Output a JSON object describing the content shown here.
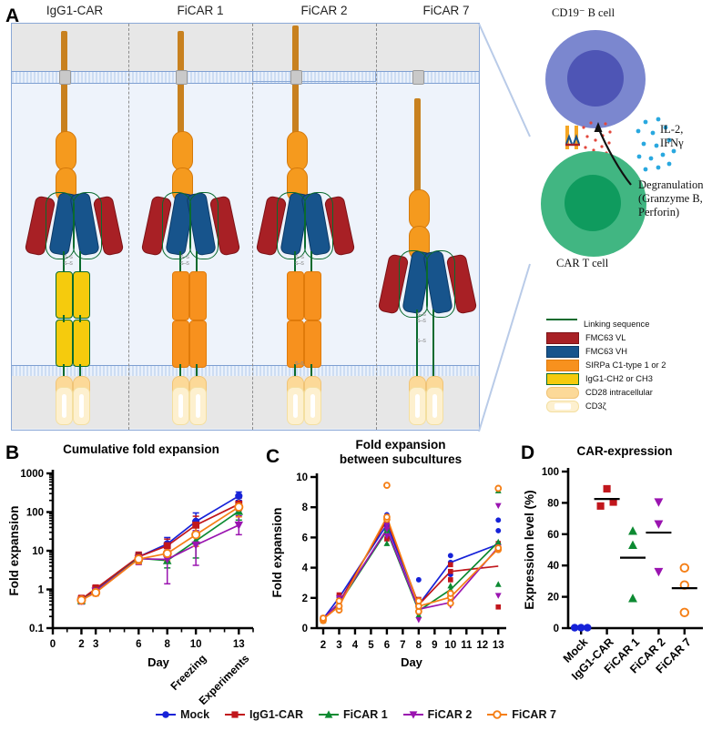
{
  "panels": {
    "A": {
      "letter": "A"
    },
    "B": {
      "letter": "B",
      "title": "Cumulative fold expansion"
    },
    "C": {
      "letter": "C",
      "title_line1": "Fold expansion",
      "title_line2": "between subcultures"
    },
    "D": {
      "letter": "D",
      "title": "CAR-expression"
    }
  },
  "construct_columns": [
    {
      "name": "IgG1-CAR"
    },
    {
      "name": "FiCAR 1"
    },
    {
      "name": "FiCAR 2"
    },
    {
      "name": "FiCAR 7"
    }
  ],
  "construct_legend": [
    {
      "label": "Linking sequence",
      "color": "#0a6b2e",
      "shape": "line"
    },
    {
      "label": "FMC63 VL",
      "color": "#a82025",
      "shape": "block"
    },
    {
      "label": "FMC63 VH",
      "color": "#17548c",
      "shape": "block"
    },
    {
      "label": "SIRPa C1-type 1 or 2",
      "color": "#f7911e",
      "shape": "block"
    },
    {
      "label": "IgG1-CH2 or CH3",
      "color": "#f5cb0d",
      "shape": "block-outline"
    },
    {
      "label": "CD28 intracellular",
      "color": "#fcd998",
      "shape": "rounded"
    },
    {
      "label": "CD3ζ",
      "color": "#fdf0cf",
      "shape": "rounded-open"
    }
  ],
  "cell_diagram": {
    "b_cell_label": "CD19⁻ B cell",
    "t_cell_label": "CAR T cell",
    "cytokine_label_line1": "IL-2,",
    "cytokine_label_line2": "IFNγ",
    "degranulation_line1": "Degranulation",
    "degranulation_line2": "(Granzyme B,",
    "degranulation_line3": "Perforin)",
    "b_cell_color": "#7b87cf",
    "b_nucleus_color": "#4e55b5",
    "t_cell_color": "#41b682",
    "t_nucleus_color": "#0f9b5e",
    "cytokine_color": "#29a8df",
    "granule_color": "#e2473c"
  },
  "series_legend": [
    {
      "name": "Mock",
      "color": "#1622d8",
      "marker": "circle"
    },
    {
      "name": "IgG1-CAR",
      "color": "#c1161c",
      "marker": "square"
    },
    {
      "name": "FiCAR 1",
      "color": "#0d8a32",
      "marker": "triangle-up"
    },
    {
      "name": "FiCAR 2",
      "color": "#9a14b0",
      "marker": "triangle-down"
    },
    {
      "name": "FiCAR 7",
      "color": "#f57f16",
      "marker": "open-circle"
    }
  ],
  "chart_data": [
    {
      "panel": "B",
      "type": "line",
      "title": "Cumulative fold expansion",
      "xlabel": "Day",
      "ylabel": "Fold expansion",
      "x_tick_labels": [
        "0",
        "2",
        "3",
        "6",
        "8",
        "10",
        "13"
      ],
      "x_tick_values": [
        0,
        2,
        3,
        6,
        8,
        10,
        13
      ],
      "xlim": [
        0,
        14
      ],
      "ylim": [
        0.1,
        1000
      ],
      "yscale": "log",
      "y_tick_labels": [
        "0.1",
        "1",
        "10",
        "100",
        "1000"
      ],
      "y_tick_values": [
        0.1,
        1,
        10,
        100,
        1000
      ],
      "extra_x_annotations": [
        {
          "label": "Freezing",
          "at_day": 10
        },
        {
          "label": "Experiments",
          "at_day": 13
        }
      ],
      "error_bars": true,
      "x": [
        2,
        3,
        6,
        8,
        10,
        13
      ],
      "series": [
        {
          "name": "Mock",
          "color": "#1622d8",
          "marker": "circle",
          "values": [
            0.55,
            1.0,
            7.0,
            15.0,
            57.0,
            260.0
          ],
          "err_low": [
            0.45,
            0.8,
            5.2,
            10.0,
            33.0,
            200.0
          ],
          "err_high": [
            0.68,
            1.25,
            9.0,
            22.0,
            95.0,
            330.0
          ]
        },
        {
          "name": "IgG1-CAR",
          "color": "#c1161c",
          "marker": "square",
          "values": [
            0.56,
            1.05,
            7.0,
            13.5,
            46.0,
            160.0
          ],
          "err_low": [
            0.45,
            0.85,
            5.0,
            9.0,
            27.0,
            110.0
          ],
          "err_high": [
            0.7,
            1.3,
            9.2,
            20.0,
            78.0,
            230.0
          ]
        },
        {
          "name": "FiCAR 1",
          "color": "#0d8a32",
          "marker": "triangle-up",
          "values": [
            0.52,
            0.92,
            6.4,
            5.6,
            18.0,
            105.0
          ],
          "err_low": [
            0.43,
            0.74,
            4.6,
            3.6,
            6.5,
            62.0
          ],
          "err_high": [
            0.63,
            1.12,
            8.4,
            8.5,
            41.0,
            175.0
          ]
        },
        {
          "name": "FiCAR 2",
          "color": "#9a14b0",
          "marker": "triangle-down",
          "values": [
            0.51,
            0.9,
            6.2,
            6.0,
            14.0,
            46.0
          ],
          "err_low": [
            0.42,
            0.72,
            4.4,
            1.4,
            4.2,
            26.0
          ],
          "err_high": [
            0.62,
            1.1,
            8.2,
            12.5,
            33.0,
            80.0
          ]
        },
        {
          "name": "FiCAR 7",
          "color": "#f57f16",
          "marker": "open-circle",
          "values": [
            0.53,
            0.83,
            6.1,
            8.5,
            26.0,
            135.0
          ],
          "err_low": [
            0.44,
            0.68,
            4.6,
            5.5,
            13.0,
            75.0
          ],
          "err_high": [
            0.64,
            1.02,
            8.0,
            13.5,
            46.0,
            240.0
          ]
        }
      ]
    },
    {
      "panel": "C",
      "type": "line",
      "title": "Fold expansion between subcultures",
      "xlabel": "Day",
      "ylabel": "Fold expansion",
      "x_tick_labels": [
        "2",
        "3",
        "4",
        "5",
        "6",
        "7",
        "8",
        "9",
        "10",
        "11",
        "12",
        "13"
      ],
      "x_tick_values": [
        2,
        3,
        4,
        5,
        6,
        7,
        8,
        9,
        10,
        11,
        12,
        13
      ],
      "xlim": [
        1.6,
        13.5
      ],
      "ylim": [
        0,
        10
      ],
      "yscale": "linear",
      "y_tick_labels": [
        "0",
        "2",
        "4",
        "6",
        "8",
        "10"
      ],
      "y_tick_values": [
        0,
        2,
        4,
        6,
        8,
        10
      ],
      "x": [
        2,
        3,
        6,
        8,
        10,
        13
      ],
      "series": [
        {
          "name": "Mock",
          "color": "#1622d8",
          "marker": "circle",
          "values": [
            0.62,
            2.02,
            6.85,
            1.55,
            4.35,
            5.55
          ],
          "replicates": [
            [
              0.5,
              0.62,
              0.68
            ],
            [
              1.85,
              2.02,
              2.15
            ],
            [
              6.7,
              6.85,
              7.5
            ],
            [
              1.0,
              1.45,
              3.2
            ],
            [
              3.55,
              4.35,
              4.8
            ],
            [
              5.5,
              6.45,
              7.15
            ]
          ]
        },
        {
          "name": "IgG1-CAR",
          "color": "#c1161c",
          "marker": "square",
          "values": [
            0.6,
            1.7,
            7.15,
            1.55,
            3.75,
            4.1
          ],
          "replicates": [
            [
              0.5,
              0.6,
              0.66
            ],
            [
              1.35,
              1.7,
              2.2
            ],
            [
              5.9,
              7.15,
              7.3
            ],
            [
              1.2,
              1.55,
              1.9
            ],
            [
              3.2,
              3.75,
              4.2
            ],
            [
              1.4,
              5.3,
              5.6
            ]
          ]
        },
        {
          "name": "FiCAR 1",
          "color": "#0d8a32",
          "marker": "triangle-up",
          "values": [
            0.6,
            1.62,
            6.45,
            1.15,
            2.55,
            5.7
          ],
          "replicates": [
            [
              0.5,
              0.6,
              0.65
            ],
            [
              1.3,
              1.62,
              1.9
            ],
            [
              5.6,
              6.45,
              6.6
            ],
            [
              0.85,
              1.15,
              1.45
            ],
            [
              2.3,
              2.55,
              2.8
            ],
            [
              2.9,
              5.7,
              9.1
            ]
          ]
        },
        {
          "name": "FiCAR 2",
          "color": "#9a14b0",
          "marker": "triangle-down",
          "values": [
            0.6,
            1.68,
            6.55,
            1.25,
            1.7,
            5.35
          ],
          "replicates": [
            [
              0.5,
              0.6,
              0.66
            ],
            [
              1.4,
              1.68,
              2.0
            ],
            [
              6.1,
              6.55,
              6.8
            ],
            [
              0.55,
              1.25,
              1.6
            ],
            [
              1.5,
              1.7,
              1.9
            ],
            [
              2.15,
              5.35,
              8.1
            ]
          ]
        },
        {
          "name": "FiCAR 7",
          "color": "#f57f16",
          "marker": "open-circle",
          "values": [
            0.6,
            1.45,
            7.35,
            1.45,
            2.05,
            5.25
          ],
          "replicates": [
            [
              0.5,
              0.6,
              0.66
            ],
            [
              1.2,
              1.45,
              1.8
            ],
            [
              7.2,
              7.35,
              9.45
            ],
            [
              1.1,
              1.45,
              1.8
            ],
            [
              1.65,
              2.05,
              2.3
            ],
            [
              5.2,
              5.3,
              9.25
            ]
          ]
        }
      ]
    },
    {
      "panel": "D",
      "type": "scatter",
      "title": "CAR-expression",
      "xlabel": "",
      "ylabel": "Expression level (%)",
      "categories": [
        "Mock",
        "IgG1-CAR",
        "FiCAR 1",
        "FiCAR 2",
        "FiCAR 7"
      ],
      "ylim": [
        0,
        100
      ],
      "y_tick_labels": [
        "0",
        "20",
        "40",
        "60",
        "80",
        "100"
      ],
      "y_tick_values": [
        0,
        20,
        40,
        60,
        80,
        100
      ],
      "groups": [
        {
          "name": "Mock",
          "color": "#1622d8",
          "marker": "circle",
          "points": [
            0.3,
            0.3,
            0.3
          ],
          "mean": null,
          "x_jitter": [
            -7,
            0,
            7
          ]
        },
        {
          "name": "IgG1-CAR",
          "color": "#c1161c",
          "marker": "square",
          "points": [
            89.0,
            78.0,
            80.5
          ],
          "mean": 82.5,
          "x_jitter": [
            0,
            -7,
            7
          ]
        },
        {
          "name": "FiCAR 1",
          "color": "#0d8a32",
          "marker": "triangle-up",
          "points": [
            62.0,
            53.0,
            19.0
          ],
          "mean": 45.0,
          "x_jitter": [
            0,
            0,
            0
          ]
        },
        {
          "name": "FiCAR 2",
          "color": "#9a14b0",
          "marker": "triangle-down",
          "points": [
            80.5,
            66.5,
            36.0
          ],
          "mean": 61.0,
          "x_jitter": [
            0,
            0,
            0
          ]
        },
        {
          "name": "FiCAR 7",
          "color": "#f57f16",
          "marker": "open-circle",
          "points": [
            38.5,
            27.5,
            10.0
          ],
          "mean": 25.5,
          "x_jitter": [
            0,
            0,
            0
          ]
        }
      ]
    }
  ]
}
